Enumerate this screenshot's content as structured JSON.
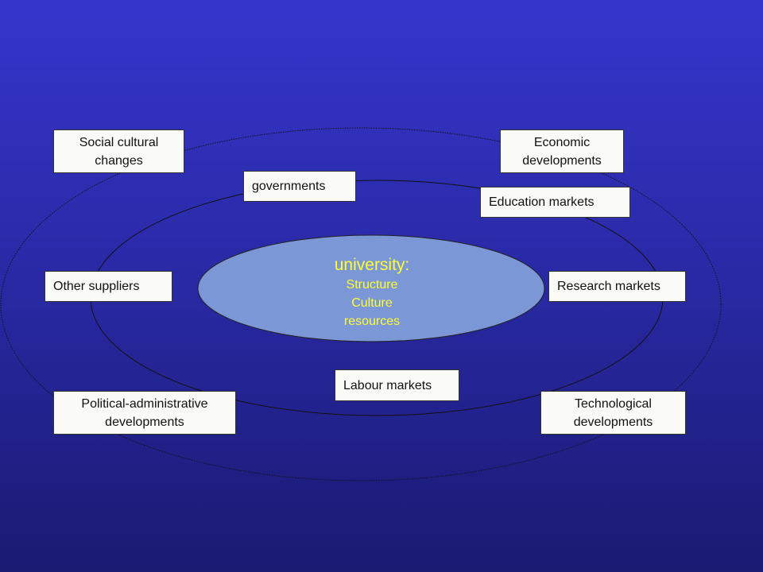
{
  "center": {
    "title": "university:",
    "lines": [
      "Structure",
      "Culture",
      "resources"
    ]
  },
  "inner_ring": {
    "governments": "governments",
    "education_markets": "Education markets",
    "other_suppliers": "Other suppliers",
    "research_markets": "Research markets",
    "labour_markets": "Labour markets"
  },
  "outer_ring": {
    "social_cultural": "Social cultural\nchanges",
    "economic": "Economic\ndevelopments",
    "political": "Political-administrative\ndevelopments",
    "technological": "Technological\ndevelopments"
  },
  "colors": {
    "background_top": "#3535cc",
    "background_bottom": "#1a1a72",
    "center_fill": "#7b97d6",
    "center_text": "#ffff33"
  }
}
